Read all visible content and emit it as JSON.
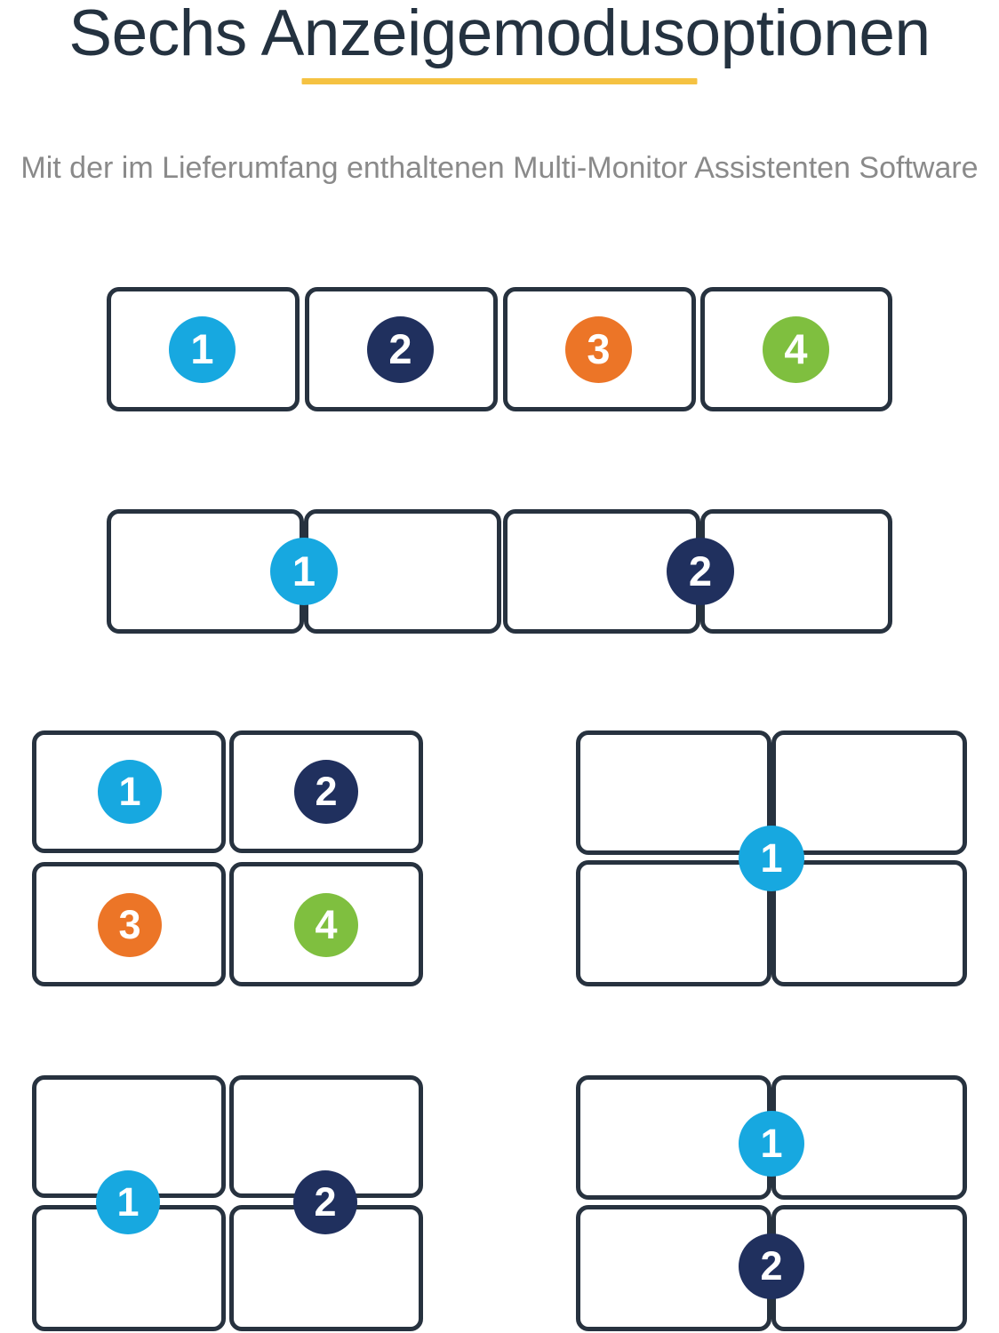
{
  "header": {
    "title": "Sechs Anzeigemodusoptionen",
    "subtitle": "Mit der im Lieferumfang enthaltenen Multi-Monitor Assistenten Software",
    "underline_color": "#f5c242",
    "title_color": "#243240",
    "subtitle_color": "#8a8a8a"
  },
  "palette": {
    "cyan": "#17a8e0",
    "navy": "#20305e",
    "orange": "#ec7527",
    "green": "#7fbf3f",
    "outline": "#27323f",
    "screen": "#ffffff"
  },
  "diagrams": [
    {
      "name": "four-monitors-side-by-side",
      "description": "Four separate displays in a horizontal row, each with its own number",
      "monitors": 4,
      "badges": [
        {
          "label": "1",
          "color_key": "cyan"
        },
        {
          "label": "2",
          "color_key": "navy"
        },
        {
          "label": "3",
          "color_key": "orange"
        },
        {
          "label": "4",
          "color_key": "green"
        }
      ]
    },
    {
      "name": "two-pairs-spanned",
      "description": "Four displays in a row forming two spanned pairs",
      "monitors": 4,
      "badges": [
        {
          "label": "1",
          "color_key": "cyan"
        },
        {
          "label": "2",
          "color_key": "navy"
        }
      ]
    },
    {
      "name": "two-by-two-separate",
      "description": "Four displays in a 2x2 grid, each independent",
      "monitors": 4,
      "badges": [
        {
          "label": "1",
          "color_key": "cyan"
        },
        {
          "label": "2",
          "color_key": "navy"
        },
        {
          "label": "3",
          "color_key": "orange"
        },
        {
          "label": "4",
          "color_key": "green"
        }
      ]
    },
    {
      "name": "two-by-two-single-span",
      "description": "Four displays in a 2x2 grid spanned as one large surface",
      "monitors": 4,
      "badges": [
        {
          "label": "1",
          "color_key": "cyan"
        }
      ]
    },
    {
      "name": "two-by-two-column-span",
      "description": "Four displays in a 2x2 grid spanned vertically into two columns",
      "monitors": 4,
      "badges": [
        {
          "label": "1",
          "color_key": "cyan"
        },
        {
          "label": "2",
          "color_key": "navy"
        }
      ]
    },
    {
      "name": "two-by-two-row-span",
      "description": "Four displays in a 2x2 grid spanned horizontally into two rows",
      "monitors": 4,
      "badges": [
        {
          "label": "1",
          "color_key": "cyan"
        },
        {
          "label": "2",
          "color_key": "navy"
        }
      ]
    }
  ]
}
